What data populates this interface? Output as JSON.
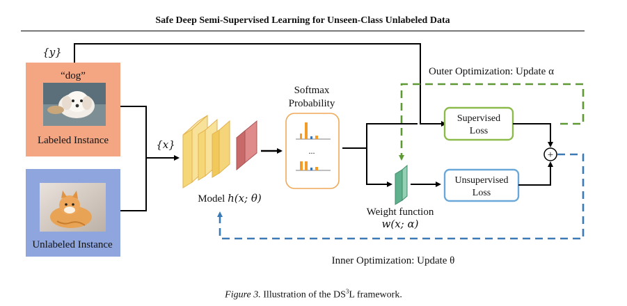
{
  "header": {
    "running_title": "Safe Deep Semi-Supervised Learning for Unseen-Class Unlabeled Data"
  },
  "figure": {
    "label_y_set": "{y}",
    "label_x_set": "{x}",
    "labeled": {
      "quote": "“dog”",
      "label": "Labeled Instance",
      "photo_subject": "dog-photo"
    },
    "unlabeled": {
      "label": "Unlabeled Instance",
      "photo_subject": "cat-photo"
    },
    "model": {
      "label_prefix": "Model ",
      "label_math": "h(x; θ)"
    },
    "softmax": {
      "line1": "Softmax",
      "line2": "Probability",
      "ellipsis": "..."
    },
    "weight_function": {
      "line1": "Weight function",
      "line2": "w(x; α)"
    },
    "supervised_loss": {
      "line1": "Supervised",
      "line2": "Loss"
    },
    "unsupervised_loss": {
      "line1": "Unsupervised",
      "line2": "Loss"
    },
    "sum_symbol": "+",
    "outer_optimization": "Outer Optimization: Update α",
    "inner_optimization": "Inner Optimization: Update θ",
    "colors": {
      "labeled_bg": "#f4a582",
      "unlabeled_bg": "#8ea5de",
      "model_yellow": "#f6d777",
      "model_edge": "#e2b24c",
      "model_red": "#d98080",
      "softmax_border": "#f0a959",
      "bar_orange": "#f39c2a",
      "bar_blue": "#3b73b9",
      "weight_green": "#7dc3a3",
      "supervised_border": "#8cbb4c",
      "unsupervised_border": "#6aa8da",
      "outer_dash": "#5e9a32",
      "inner_dash": "#3a7ab8"
    }
  },
  "caption": {
    "figure_label": "Figure 3.",
    "text_before": " Illustration of the DS",
    "superscript": "3",
    "text_after": "L framework."
  }
}
